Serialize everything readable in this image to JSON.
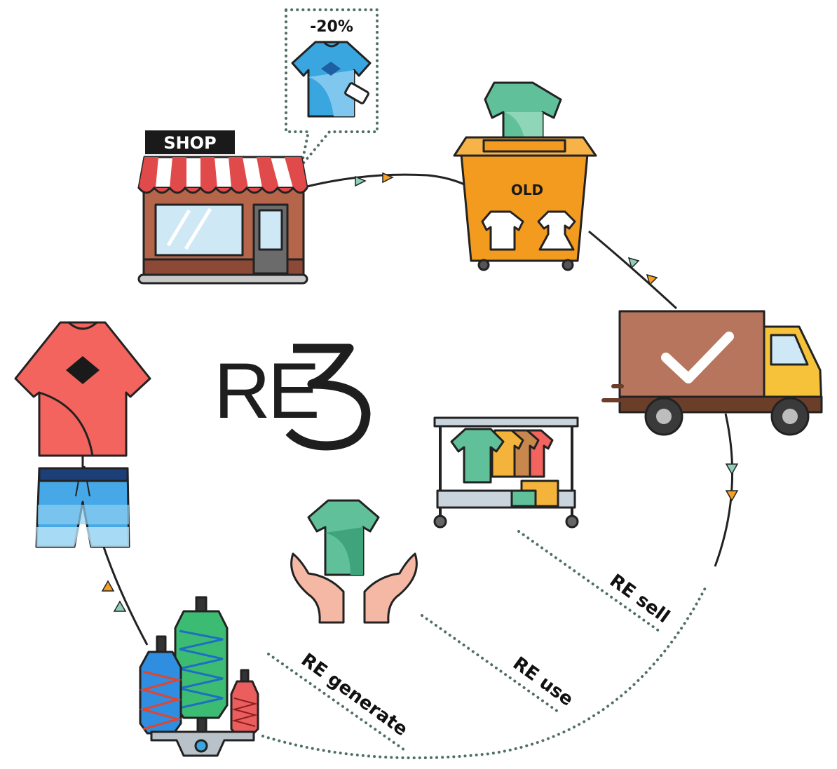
{
  "logo": {
    "text": "RE",
    "mark": "3"
  },
  "shop": {
    "sign": "SHOP"
  },
  "discount": {
    "label": "-20%"
  },
  "bin": {
    "label": "OLD"
  },
  "stages": {
    "resell": "RE sell",
    "reuse": "RE use",
    "regenerate": "RE generate"
  },
  "icons": [
    "shop-icon",
    "discounted-shirt-icon",
    "old-clothes-bin-icon",
    "delivery-truck-icon",
    "clothing-rack-icon",
    "hands-holding-shirt-icon",
    "shirt-and-shorts-icon",
    "spinning-machine-icon"
  ],
  "colors": {
    "cycle_line": "#222222",
    "arrow_teal": "#8fcfb8",
    "arrow_orange": "#f4a024",
    "dotted": "#4f6f63",
    "bin": "#f29b1e",
    "truck_body": "#b6755c",
    "truck_cab": "#f5c23a",
    "shirt_red": "#f2645d",
    "shirt_green": "#5fc09a",
    "shirt_blue": "#3aa6e0"
  }
}
